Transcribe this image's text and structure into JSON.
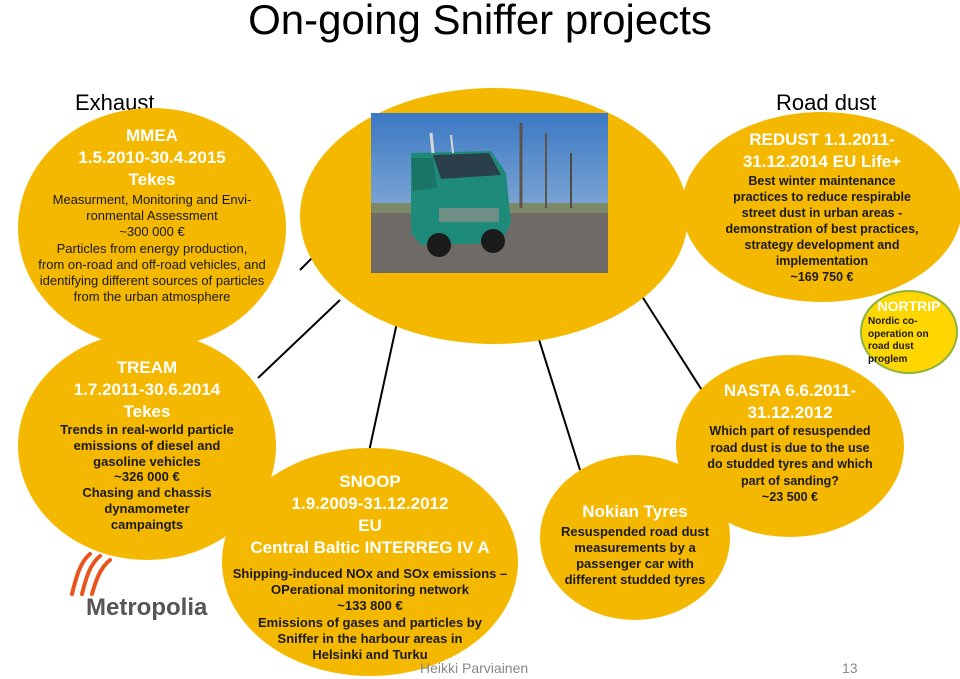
{
  "slide": {
    "title": "On-going Sniffer projects",
    "section_exhaust": "Exhaust",
    "section_road_dust": "Road dust",
    "footer_author": "Heikki Parviainen",
    "page_number": "13"
  },
  "logo": {
    "text": "Metropolia",
    "colors": {
      "primary": "#E8531E",
      "text": "#555555"
    }
  },
  "photo": {
    "name": "sniffer-van-photo"
  },
  "colors": {
    "ellipse_fill": "#F5B800",
    "ellipse_text": "#FFFFFF",
    "nortrip_fill": "#FFD700",
    "nortrip_border": "#8DB33A"
  },
  "projects": {
    "mmea": {
      "h1": "MMEA",
      "h2": "1.5.2010-30.4.2015",
      "h3": "Tekes",
      "l1": "Measurment, Monitoring and Envi-",
      "l2": "ronmental Assessment",
      "l3": "~300 000 €",
      "l4": "Particles from energy production,",
      "l5": "from on-road and off-road vehicles, and",
      "l6": "identifying different sources of particles",
      "l7": "from the urban atmosphere"
    },
    "tream": {
      "h1": "TREAM",
      "h2": "1.7.2011-30.6.2014",
      "h3": "Tekes",
      "l1": "Trends in real-world particle",
      "l2": "emissions of diesel and",
      "l3": "gasoline vehicles",
      "l4": "~326 000 €",
      "l5": "Chasing and chassis",
      "l6": "dynamometer",
      "l7": "campaingts"
    },
    "snoop": {
      "h1": "SNOOP",
      "h2": "1.9.2009-31.12.2012",
      "h3": "EU",
      "h4": "Central Baltic INTERREG IV A",
      "l1": "Shipping-induced NOx and SOx emissions –",
      "l2": "OPerational monitoring network",
      "l3": "~133 800 €",
      "l4": "Emissions of gases and particles  by",
      "l5": "Sniffer in the harbour areas in",
      "l6": "Helsinki and Turku"
    },
    "nokian": {
      "h1": "Nokian Tyres",
      "l1": "Resuspended road dust",
      "l2": "measurements by a",
      "l3": "passenger car with",
      "l4": "different studded tyres"
    },
    "redust": {
      "h1": "REDUST 1.1.2011-",
      "h2": "31.12.2014 EU Life+",
      "l1": "Best winter maintenance",
      "l2": "practices to reduce respirable",
      "l3": "street dust in urban areas -",
      "l4": "demonstration of best practices,",
      "l5": "strategy development and",
      "l6": "implementation",
      "l7": "~169 750 €"
    },
    "nasta": {
      "h1": "NASTA 6.6.2011-",
      "h2": "31.12.2012",
      "l1": "Which part of resuspended",
      "l2": "road dust is due to the use",
      "l3": "do studded tyres and  which",
      "l4": "part of sanding?",
      "l5": "~23 500 €"
    },
    "nortrip": {
      "h1": "NORTRIP",
      "l1": "Nordic co-",
      "l2": "operation  on",
      "l3": "road dust",
      "l4": "proglem"
    }
  }
}
